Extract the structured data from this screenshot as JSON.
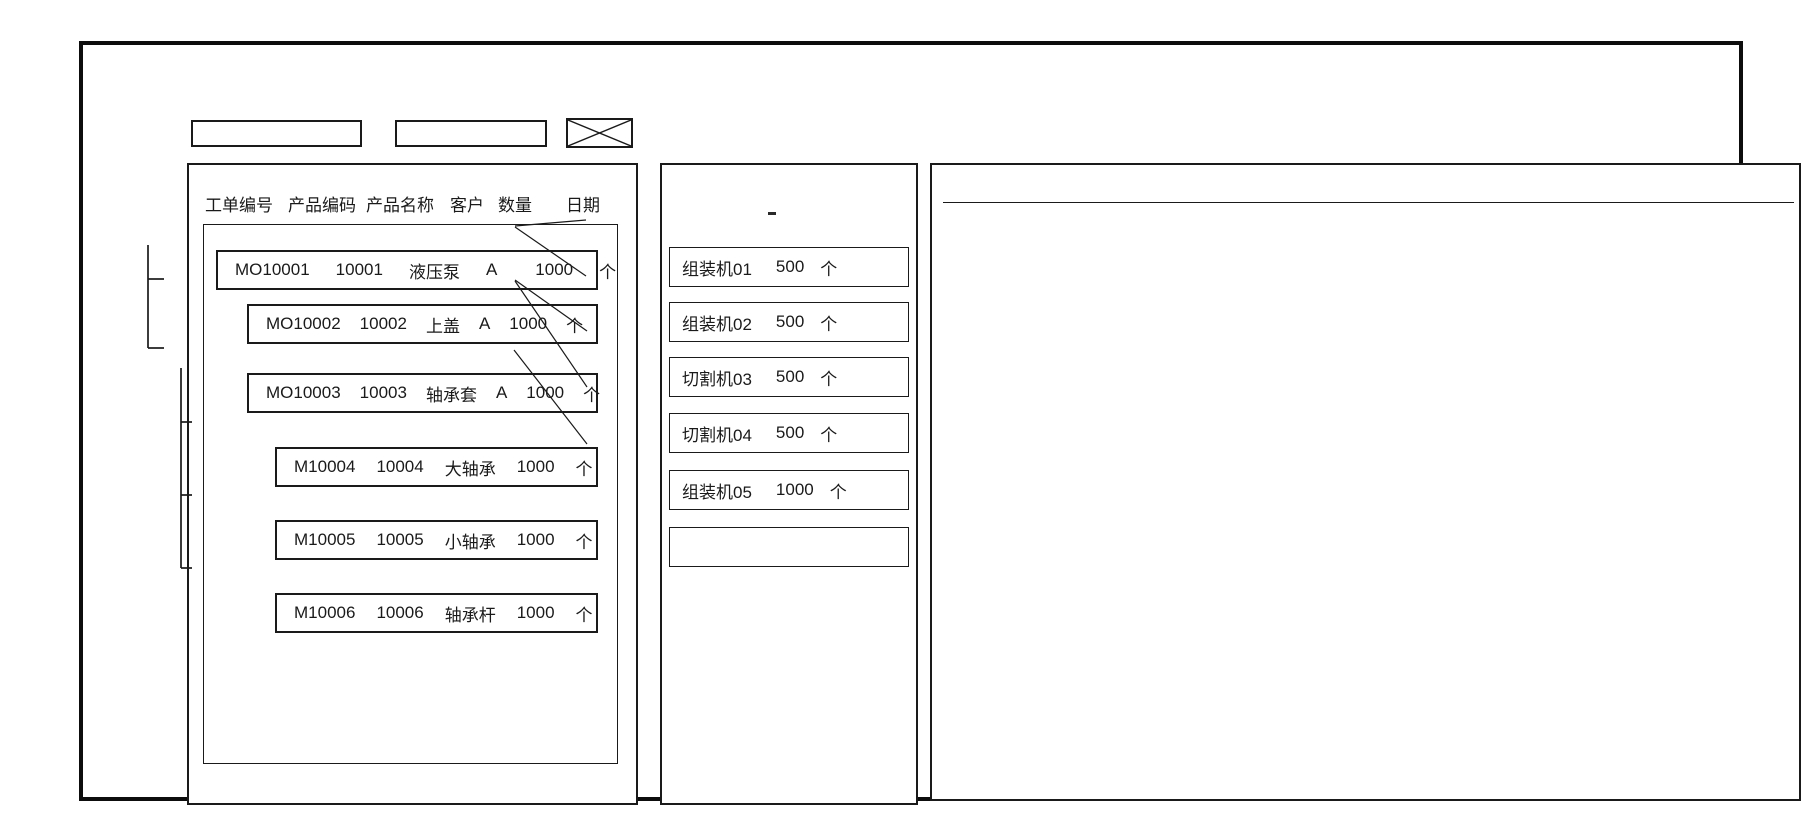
{
  "colors": {
    "ink": "#1a1a1a",
    "frame": "#0d0d0d",
    "background": "#ffffff"
  },
  "toolbar": {
    "field1_value": "",
    "field2_value": "",
    "close_icon": "x-cross-icon"
  },
  "left_panel": {
    "columns": [
      "工单编号",
      "产品编码",
      "产品名称",
      "客户",
      "数量",
      "日期"
    ],
    "orders": [
      {
        "wo": "MO10001",
        "code": "10001",
        "name": "液压泵",
        "customer": "A",
        "qty": "1000",
        "unit": "个",
        "level": 0,
        "parent": null
      },
      {
        "wo": "MO10002",
        "code": "10002",
        "name": "上盖",
        "customer": "A",
        "qty": "1000",
        "unit": "个",
        "level": 1,
        "parent": "MO10001"
      },
      {
        "wo": "MO10003",
        "code": "10003",
        "name": "轴承套",
        "customer": "A",
        "qty": "1000",
        "unit": "个",
        "level": 1,
        "parent": "MO10001"
      },
      {
        "wo": "M10004",
        "code": "10004",
        "name": "大轴承",
        "customer": "",
        "qty": "1000",
        "unit": "个",
        "level": 2,
        "parent": "MO10003"
      },
      {
        "wo": "M10005",
        "code": "10005",
        "name": "小轴承",
        "customer": "",
        "qty": "1000",
        "unit": "个",
        "level": 2,
        "parent": "MO10003"
      },
      {
        "wo": "M10006",
        "code": "10006",
        "name": "轴承杆",
        "customer": "",
        "qty": "1000",
        "unit": "个",
        "level": 2,
        "parent": "MO10003"
      }
    ]
  },
  "middle_panel": {
    "machines": [
      {
        "name": "组装机01",
        "qty": "500",
        "unit": "个"
      },
      {
        "name": "组装机02",
        "qty": "500",
        "unit": "个"
      },
      {
        "name": "切割机03",
        "qty": "500",
        "unit": "个"
      },
      {
        "name": "切割机04",
        "qty": "500",
        "unit": "个"
      },
      {
        "name": "组装机05",
        "qty": "1000",
        "unit": "个"
      },
      {
        "name": "",
        "qty": "",
        "unit": ""
      }
    ]
  },
  "right_panel": {
    "content": ""
  },
  "connections": [
    {
      "from": "MO10001",
      "to": "组装机01"
    },
    {
      "from": "MO10001",
      "to": "组装机02"
    },
    {
      "from": "MO10002",
      "to": "切割机03"
    },
    {
      "from": "MO10002",
      "to": "切割机04"
    },
    {
      "from": "MO10003",
      "to": "组装机05"
    }
  ]
}
